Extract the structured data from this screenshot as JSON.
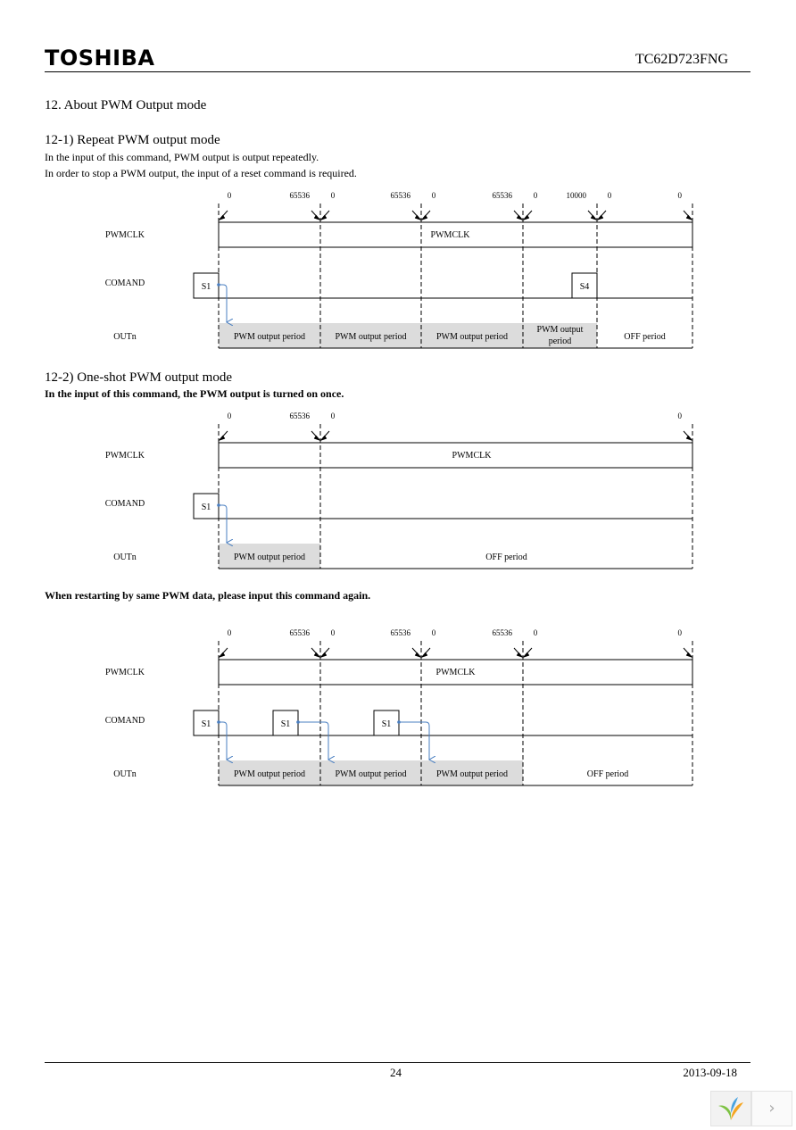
{
  "header": {
    "brand": "TOSHIBA",
    "part_number": "TC62D723FNG"
  },
  "section": {
    "title": "12. About PWM Output mode",
    "repeat": {
      "title": "12-1) Repeat PWM output mode",
      "line1": "In the input of this command, PWM output is output repeatedly.",
      "line2": "In order to stop a PWM output, the input of a reset command is required."
    },
    "oneshot": {
      "title": "12-2) One-shot PWM output mode",
      "line1": "In the input of this command, the PWM output is turned on once.",
      "restart_note": "When restarting by same PWM data, please input this command again."
    }
  },
  "signals": {
    "clk": "PWMCLK",
    "cmd": "COMAND",
    "out": "OUTn"
  },
  "diagrams": [
    {
      "id": "repeat",
      "ticks": [
        {
          "pos": 0,
          "l": "0",
          "r": ""
        },
        {
          "pos": 1,
          "l": "65536",
          "r": "0"
        },
        {
          "pos": 2,
          "l": "65536",
          "r": "0"
        },
        {
          "pos": 3,
          "l": "65536",
          "r": "0"
        },
        {
          "pos": 4,
          "l": "10000",
          "r": "0"
        },
        {
          "pos": 5,
          "l": "0",
          "r": ""
        }
      ],
      "clk_label": "PWMCLK",
      "commands": [
        {
          "label": "S1",
          "at": 0,
          "arrow_to": 0
        },
        {
          "label": "S4",
          "at": 4,
          "arrow_to": null
        }
      ],
      "periods": [
        {
          "from": 0,
          "to": 1,
          "label": "PWM output period",
          "on": true
        },
        {
          "from": 1,
          "to": 2,
          "label": "PWM output period",
          "on": true
        },
        {
          "from": 2,
          "to": 3,
          "label": "PWM output period",
          "on": true
        },
        {
          "from": 3,
          "to": 4,
          "label": "PWM output\nperiod",
          "on": true
        },
        {
          "from": 4,
          "to": 5,
          "label": "OFF period",
          "on": false
        }
      ]
    },
    {
      "id": "oneshot",
      "ticks": [
        {
          "pos": 0,
          "l": "0",
          "r": ""
        },
        {
          "pos": 1,
          "l": "65536",
          "r": "0"
        },
        {
          "pos": 2,
          "l": "0",
          "r": ""
        }
      ],
      "clk_label": "PWMCLK",
      "commands": [
        {
          "label": "S1",
          "at": 0,
          "arrow_to": 0
        }
      ],
      "periods": [
        {
          "from": 0,
          "to": 1,
          "label": "PWM output period",
          "on": true
        },
        {
          "from": 1,
          "to": 2,
          "label": "OFF period",
          "on": false
        }
      ]
    },
    {
      "id": "restart",
      "ticks": [
        {
          "pos": 0,
          "l": "0",
          "r": ""
        },
        {
          "pos": 1,
          "l": "65536",
          "r": "0"
        },
        {
          "pos": 2,
          "l": "65536",
          "r": "0"
        },
        {
          "pos": 3,
          "l": "65536",
          "r": "0"
        },
        {
          "pos": 4,
          "l": "0",
          "r": ""
        }
      ],
      "clk_label": "PWMCLK",
      "commands": [
        {
          "label": "S1",
          "at": 0,
          "arrow_to": 0
        },
        {
          "label": "S1",
          "at": 1,
          "arrow_to": 1
        },
        {
          "label": "S1",
          "at": 2,
          "arrow_to": 2
        }
      ],
      "periods": [
        {
          "from": 0,
          "to": 1,
          "label": "PWM output period",
          "on": true
        },
        {
          "from": 1,
          "to": 2,
          "label": "PWM output period",
          "on": true
        },
        {
          "from": 2,
          "to": 3,
          "label": "PWM output period",
          "on": true
        },
        {
          "from": 3,
          "to": 4,
          "label": "OFF period",
          "on": false
        }
      ]
    }
  ],
  "footer": {
    "page": "24",
    "date": "2013-09-18"
  },
  "colors": {
    "on_fill": "#dcdcdc",
    "arrow": "#4a7fc1"
  }
}
